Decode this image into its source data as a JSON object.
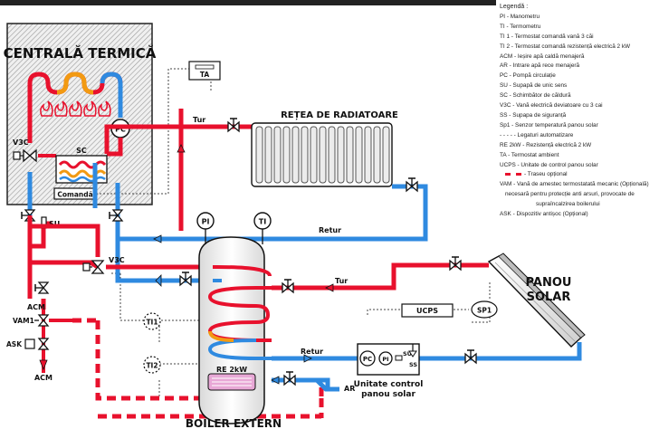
{
  "labels": {
    "centrala": "CENTRALĂ TERMICĂ",
    "ta": "TA",
    "tur": "Tur",
    "retur": "Retur",
    "retea": "REȚEA DE RADIATOARE",
    "v3c": "V3C",
    "sc": "SC",
    "pc": "PC",
    "comanda": "Comandă",
    "su": "SU",
    "acm": "ACM",
    "vam1": "VAM1",
    "ask": "ASK",
    "pi": "PI",
    "ti": "TI",
    "ti1": "TI1",
    "ti2": "TI2",
    "re2kw": "RE 2kW",
    "ar": "AR",
    "boiler": "BOILER EXTERN",
    "ucps": "UCPS",
    "sp1": "SP1",
    "ss": "SS",
    "unitate1": "Unitate control",
    "unitate2": "panou solar",
    "panou1": "PANOU",
    "panou2": "SOLAR"
  },
  "legend": {
    "title": "Legendă :",
    "items": [
      "PI - Manometru",
      "TI - Termometru",
      "TI 1 - Termostat comandă  vană 3 căi",
      "TI 2 - Termostat comandă rezistență electrică 2 kW",
      "ACM - Ieșire apă caldă menajeră",
      "AR - Intrare apă rece menajeră",
      "PC - Pompă circulație",
      "SU - Supapă de unic sens",
      "SC - Schimbător de căldură",
      "V3C - Vană electrică deviatoare cu 3 cai",
      "SS - Supapa de siguranță",
      "Sp1 - Senzor temperatură panou solar",
      "- - - -  - Legaturi automatizare",
      "RE 2kW - Rezistență electrică 2 kW",
      "TA - Termostat ambient",
      "UCPS - Unitate de control panou solar"
    ],
    "optional": "- Traseu opțional",
    "vam": [
      "VAM - Vană de amestec termostatată mecanic (Opțională)",
      "necesară pentru protecție anti arsuri, provocate de",
      "supraîncalzirea boilerului"
    ],
    "ask_item": "ASK - Dispozitiv antișoc (Opțional)"
  },
  "colors": {
    "hot": "#e8112d",
    "cold": "#2f8ae0",
    "mid": "#f29a12",
    "pink": "#e8a8d6"
  },
  "icons": [
    "valve-icon",
    "pump-icon",
    "manometer-icon",
    "thermometer-icon",
    "radiator-icon",
    "solar-panel-icon",
    "arrow-icon"
  ]
}
